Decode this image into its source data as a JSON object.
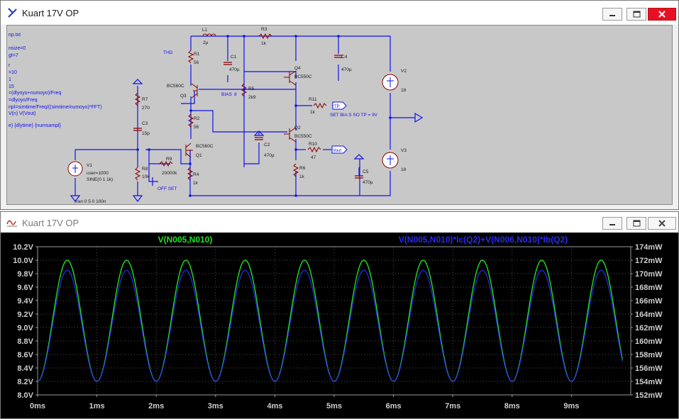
{
  "colors": {
    "wire": "#1010f0",
    "component": "#880000",
    "trace_green": "#1fe01f",
    "trace_blue": "#2a2af0",
    "schematic_bg": "#c8c8c8",
    "plot_bg": "#000000"
  },
  "window1": {
    "title": "Kuart 17V OP",
    "icon": "ltspice-schematic-icon"
  },
  "window2": {
    "title": "Kuart 17V OP",
    "icon": "ltspice-waveform-icon"
  },
  "netlist": [
    "np.txt",
    "nsize=0",
    "gt=7",
    "r",
    "=10",
    "1",
    "15",
    "=(dlyoyo+numoyo)/Freq",
    "=dlyoyo/Freq",
    "npl=simtime/Freq/((simtime/numoyo)*FFT)",
    "V(n) V(Vout)",
    "e} {dlytime} {numsampl}"
  ],
  "schematic_labels": {
    "thd": "THD",
    "bias": "BIAS",
    "bias_num": "8",
    "set_bias": "SET BIA S  SO TP = 9V",
    "off_set": "OFF SET",
    "tran": ";tran 0 5 0 100n",
    "v1_line1": "V1",
    "v1_line2": "user=1000",
    "v1_line3": "SINE(0 1 1k)",
    "l1_name": "L1",
    "l1_val": "2µ",
    "r1_name": "R1",
    "r1_val": "56",
    "r2_name": "R2",
    "r2_val": "56",
    "r3_name": "R3",
    "r3_val": "1k",
    "r4_name": "R4",
    "r4_val": "1k",
    "r5_name": "R5",
    "r5_val": "2k9",
    "r6_name": "R6",
    "r6_val": "1k",
    "r7_name": "R7",
    "r7_val": "270",
    "r8_name": "R8",
    "r8_val": "10k",
    "r9_name": "R9",
    "r9_val": "20000k",
    "r10_name": "R10",
    "r10_val": "47",
    "r11_name": "R11",
    "r11_val": "1k",
    "c1_name": "C1",
    "c1_val": "470µ",
    "c2_name": "C2",
    "c2_val": "470µ",
    "c3_name": "C3",
    "c3_val": "15p",
    "c4_name": "C4",
    "c4_val": "470µ",
    "c5_name": "C5",
    "c5_val": "470µ",
    "q1_name": "Q1",
    "q1_type": "BC560C",
    "q2_name": "Q2",
    "q2_type": "BC550C",
    "q3_name": "Q3",
    "q3_type": "BC560C",
    "q4_name": "Q4",
    "q4_type": "BC550C",
    "v2_name": "V2",
    "v2_val": "18",
    "v3_name": "V3",
    "v3_val": "18",
    "tp_label": "TP",
    "vout_label": "Vout"
  },
  "chart_data": {
    "type": "line",
    "series": [
      {
        "name": "V(N005,N010)",
        "color": "#1fe01f",
        "axis": "left",
        "min": 8.2,
        "max": 10.0,
        "frequency_per_ms": 1.0
      },
      {
        "name": "V(N005,N010)*Ic(Q2)+V(N006,N010)*Ib(Q2)",
        "color": "#2a2af0",
        "axis": "right",
        "min": 154.0,
        "max": 170.5,
        "frequency_per_ms": 1.0
      }
    ],
    "x_ticks": [
      "0ms",
      "1ms",
      "2ms",
      "3ms",
      "4ms",
      "5ms",
      "6ms",
      "7ms",
      "8ms",
      "9ms"
    ],
    "x_range": [
      0,
      10
    ],
    "y_left_ticks": [
      "10.2V",
      "10.0V",
      "9.8V",
      "9.6V",
      "9.4V",
      "9.2V",
      "9.0V",
      "8.8V",
      "8.6V",
      "8.4V",
      "8.2V",
      "8.0V"
    ],
    "y_left_range": [
      8.0,
      10.2
    ],
    "y_right_ticks": [
      "174mW",
      "172mW",
      "170mW",
      "168mW",
      "166mW",
      "164mW",
      "162mW",
      "160mW",
      "158mW",
      "156mW",
      "154mW",
      "152mW"
    ],
    "y_right_range": [
      152,
      174
    ],
    "grid": true
  }
}
